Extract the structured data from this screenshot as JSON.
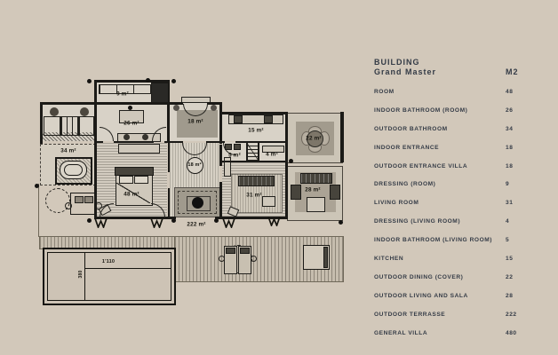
{
  "colors": {
    "background": "#d2c8ba",
    "ink": "#1b1a17",
    "panel_text": "#343b46",
    "rug_gray": "#a09a8d"
  },
  "panel": {
    "title_line1": "BUILDING",
    "title_line2": "Grand Master",
    "unit_header": "M2",
    "rows": [
      {
        "label": "ROOM",
        "value": "48"
      },
      {
        "label": "INDOOR BATHROOM  (ROOM)",
        "value": "26"
      },
      {
        "label": "OUTDOOR BATHROOM",
        "value": "34"
      },
      {
        "label": "INDOOR ENTRANCE",
        "value": "18"
      },
      {
        "label": "OUTDOOR ENTRANCE VILLA",
        "value": "18"
      },
      {
        "label": "DRESSING (ROOM)",
        "value": "9"
      },
      {
        "label": "LIVING ROOM",
        "value": "31"
      },
      {
        "label": "DRESSING  (LIVING ROOM)",
        "value": "4"
      },
      {
        "label": "INDOOR BATHROOM (LIVING ROOM)",
        "value": "5"
      },
      {
        "label": "KITCHEN",
        "value": "15"
      },
      {
        "label": "OUTDOOR DINING (COVER)",
        "value": "22"
      },
      {
        "label": "OUTDOOR LIVING AND SALA",
        "value": "28"
      },
      {
        "label": "OUTDOOR TERRASSE",
        "value": "222"
      },
      {
        "label": "GENERAL VILLA",
        "value": "480"
      }
    ]
  },
  "plan": {
    "labels": {
      "dressing_room": "9 m²",
      "indoor_bathroom": "26 m²",
      "entrance_top": "18 m²",
      "kitchen": "15 m²",
      "outdoor_dining": "22 m²",
      "outdoor_bathroom": "34 m²",
      "bathroom_living": "5 m²",
      "dressing_living": "4 m²",
      "entrance_circle": "18 m²",
      "room": "48 m²",
      "living_room": "31 m²",
      "outdoor_living": "28 m²",
      "terrace": "222 m²",
      "pool_length": "1'110",
      "pool_width": "380"
    }
  }
}
